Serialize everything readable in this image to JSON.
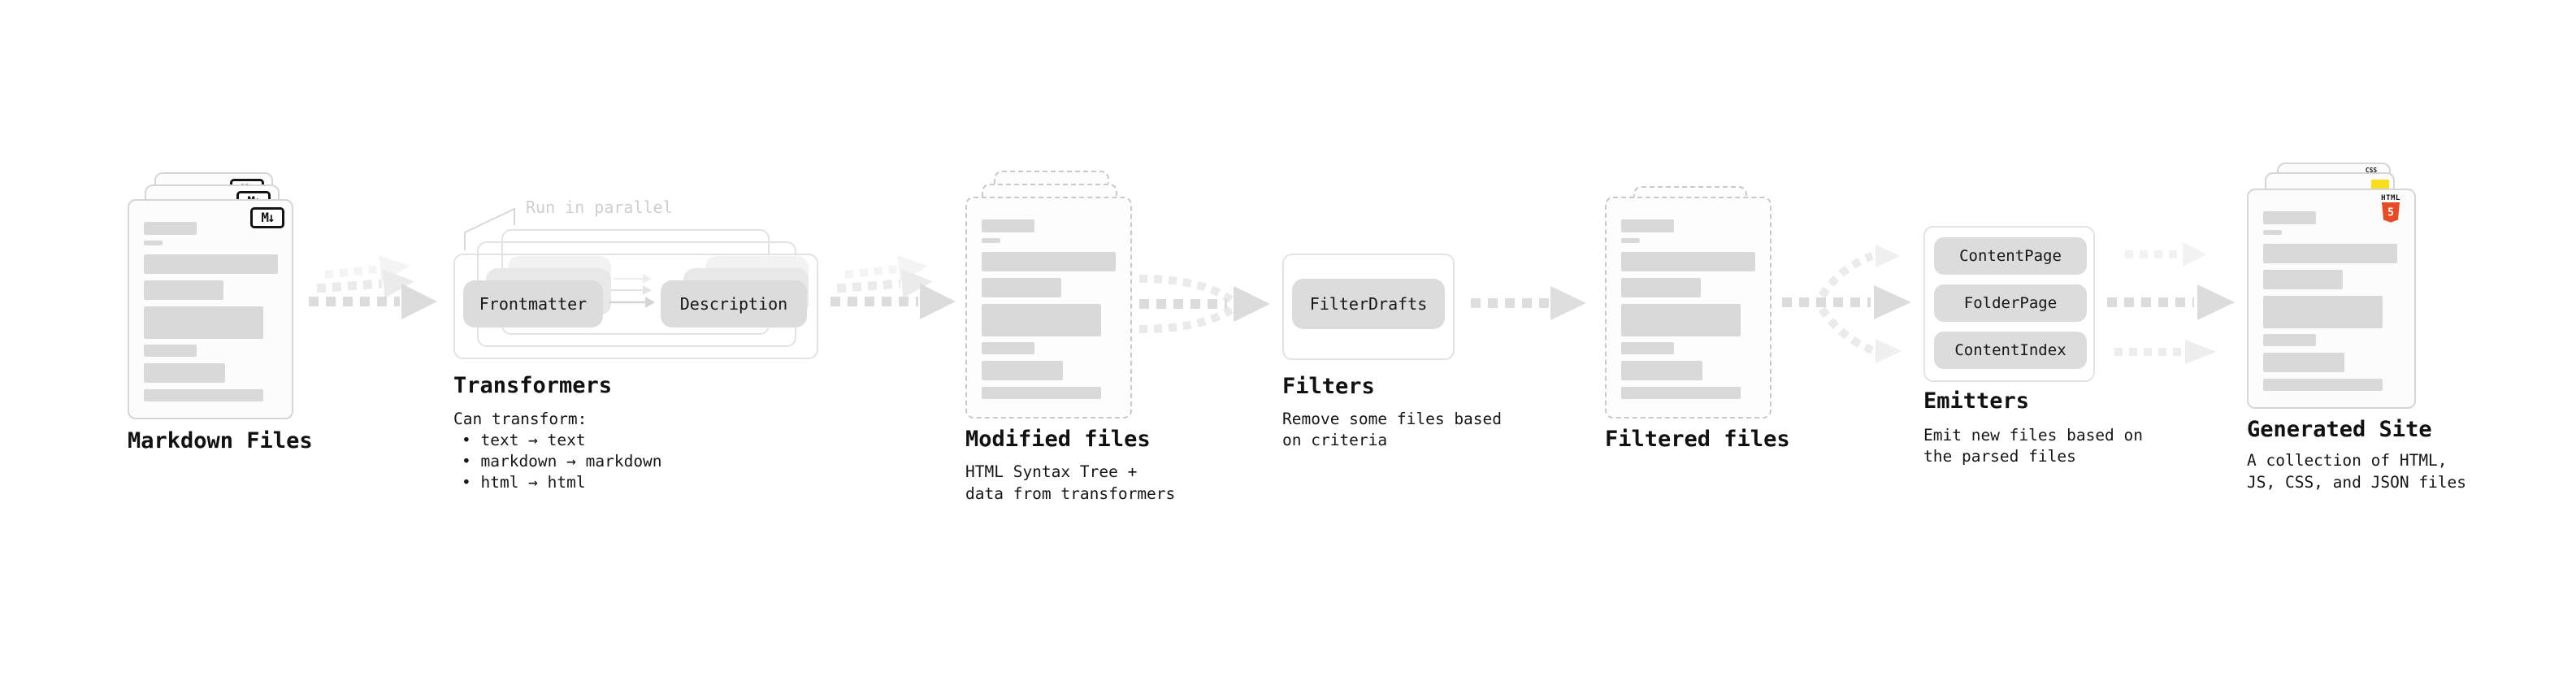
{
  "diagram": {
    "nodes": {
      "markdown_files": {
        "title": "Markdown Files",
        "badge": "M↓"
      },
      "transformers": {
        "title": "Transformers",
        "annotation": "Run in parallel",
        "pills": [
          "Frontmatter",
          "Description"
        ],
        "caption_heading": "Can transform:",
        "caption_bullets": [
          "• text → text",
          "• markdown → markdown",
          "• html → html"
        ]
      },
      "modified_files": {
        "title": "Modified files",
        "caption_lines": [
          "HTML Syntax Tree +",
          "data from transformers"
        ]
      },
      "filters": {
        "title": "Filters",
        "pills": [
          "FilterDrafts"
        ],
        "caption_lines": [
          "Remove some files based",
          "on criteria"
        ]
      },
      "filtered_files": {
        "title": "Filtered files"
      },
      "emitters": {
        "title": "Emitters",
        "pills": [
          "ContentPage",
          "FolderPage",
          "ContentIndex"
        ],
        "caption_lines": [
          "Emit new files based on",
          "the parsed files"
        ]
      },
      "generated_site": {
        "title": "Generated Site",
        "caption_lines": [
          "A collection of HTML,",
          "JS, CSS, and JSON files"
        ],
        "html5_label": "HTML",
        "html5_number": "5",
        "css_label": "CSS"
      }
    },
    "colors": {
      "background": "#ffffff",
      "card_border": "#d6d6d6",
      "dashed_border": "#c9c9c9",
      "skeleton_bar": "#d9d9d9",
      "pill_bg": "#dcdcdc",
      "arrow_main": "#dcdcdc",
      "arrow_ghost": "#ededed",
      "annotation_text": "#cfcfcf",
      "text": "#161616",
      "html5_orange": "#e44d26",
      "js_yellow": "#f7df1e",
      "css_blue": "#2965f1"
    }
  }
}
